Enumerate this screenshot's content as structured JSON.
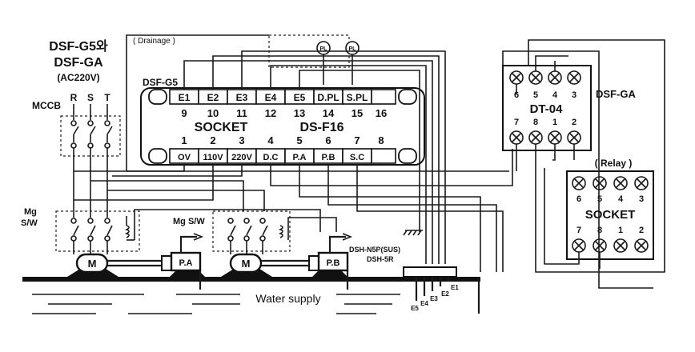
{
  "header": {
    "model_line1": "DSF-G5와",
    "model_line2": "DSF-GA",
    "voltage": "(AC220V)",
    "drainage": "( Drainage )",
    "mccb": "MCCB",
    "phases": [
      "R",
      "S",
      "T"
    ],
    "mg_sw": [
      "Mg",
      "S/W"
    ],
    "mg_sw_inline": "Mg  S/W"
  },
  "socket_main": {
    "tag": "DSF-G5",
    "top_terms": [
      "E1",
      "E2",
      "E3",
      "E4",
      "E5",
      "D.PL",
      "S.PL",
      ""
    ],
    "top_nums": [
      "9",
      "10",
      "11",
      "12",
      "13",
      "14",
      "15",
      "16"
    ],
    "title": "SOCKET",
    "model": "DS-F16",
    "bot_nums": [
      "1",
      "2",
      "3",
      "4",
      "5",
      "6",
      "7",
      "8"
    ],
    "bot_terms": [
      "OV",
      "110V",
      "220V",
      "D.C",
      "P.A",
      "P.B",
      "S.C",
      ""
    ]
  },
  "relay_top": {
    "tag": "DSF-GA",
    "nums_top": [
      "6",
      "5",
      "4",
      "3"
    ],
    "model": "DT-04",
    "nums_bot": [
      "7",
      "8",
      "1",
      "2"
    ]
  },
  "relay_socket": {
    "tag": "( Relay )",
    "nums_top": [
      "6",
      "5",
      "4",
      "3"
    ],
    "title": "SOCKET",
    "nums_bot": [
      "7",
      "8",
      "1",
      "2"
    ]
  },
  "motors": {
    "m1": "M",
    "m2": "M",
    "pa": "P.A",
    "pb": "P.B"
  },
  "pl": "PL",
  "sensor": {
    "line1": "DSH-N5P(SUS)",
    "line2": "DSH-5R"
  },
  "electrodes": [
    "E5",
    "E4",
    "E3",
    "E2",
    "E1"
  ],
  "water_supply": "Water supply"
}
